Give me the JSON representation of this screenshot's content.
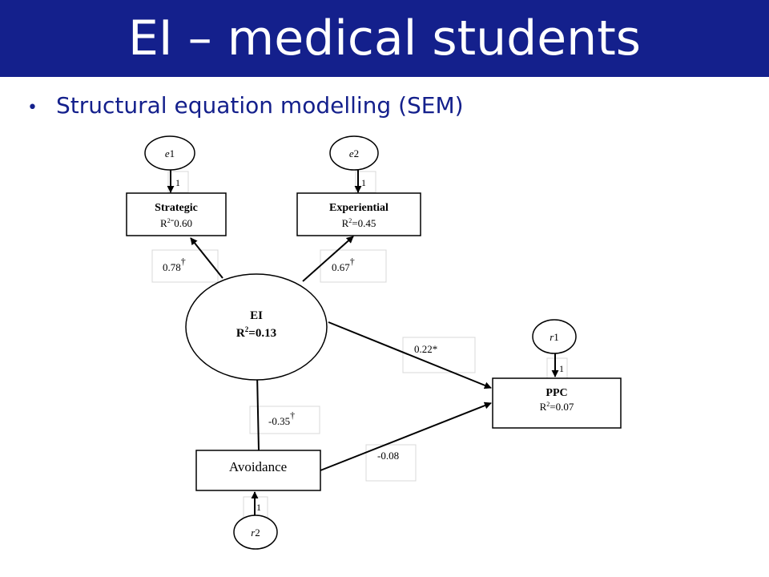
{
  "slide": {
    "title": "EI – medical students",
    "bullet": "Structural equation modelling (SEM)"
  },
  "colors": {
    "header_bg": "#14208c",
    "title_text": "#ffffff",
    "bullet_text": "#14208c"
  },
  "diagram": {
    "errors": {
      "e1": {
        "base": "e",
        "index": "1"
      },
      "e2": {
        "base": "e",
        "index": "2"
      },
      "r1": {
        "base": "r",
        "index": "1"
      },
      "r2": {
        "base": "r",
        "index": "2"
      }
    },
    "loadings": {
      "e1": "1",
      "e2": "1",
      "r1": "1",
      "r2": "1"
    },
    "nodes": {
      "strategic": {
        "name": "Strategic",
        "r2_prefix": "R",
        "r2_sup": "2=",
        "r2_value": "0.60"
      },
      "experiential": {
        "name": "Experiential",
        "r2_prefix": "R",
        "r2_sup": "2",
        "r2_value": "=0.45"
      },
      "ei": {
        "name": "EI",
        "r2_prefix": "R",
        "r2_sup": "2",
        "r2_value": "=0.13"
      },
      "ppc": {
        "name": "PPC",
        "r2_prefix": "R",
        "r2_sup": "2",
        "r2_value": "=0.07"
      },
      "avoidance": {
        "name": "Avoidance"
      }
    },
    "paths": {
      "ei_strategic": {
        "value": "0.78",
        "mark": "†"
      },
      "ei_experiential": {
        "value": "0.67",
        "mark": "†"
      },
      "ei_ppc": {
        "value": "0.22*",
        "mark": ""
      },
      "avoidance_ei": {
        "value": "-0.35",
        "mark": "†"
      },
      "avoidance_ppc": {
        "value": "-0.08",
        "mark": ""
      }
    }
  }
}
